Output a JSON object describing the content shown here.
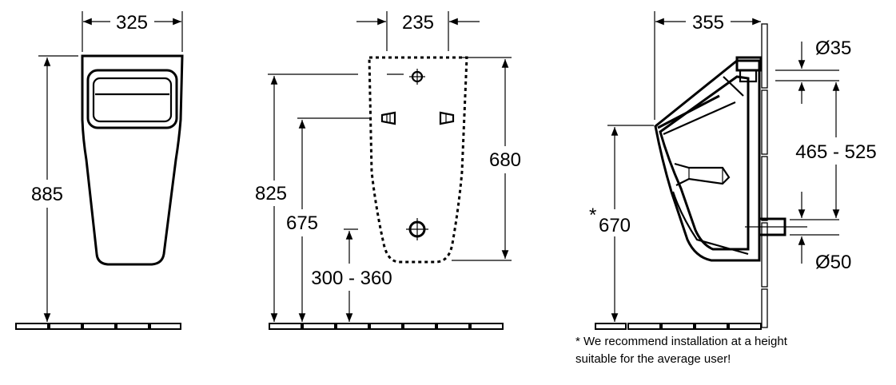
{
  "front_view": {
    "width_label": "325",
    "height_label": "885"
  },
  "rear_template": {
    "width_label": "235",
    "height_label_left": "825",
    "height_label_mid": "675",
    "height_label_right": "680",
    "outlet_label": "300 - 360"
  },
  "side_view": {
    "depth_label": "355",
    "inlet_diameter": "Ø35",
    "range_label": "465 - 525",
    "height_star": "*",
    "height_label": "670",
    "outlet_diameter": "Ø50"
  },
  "footnote": {
    "line1": "* We recommend installation at a height",
    "line2": "suitable  for the average user!"
  }
}
